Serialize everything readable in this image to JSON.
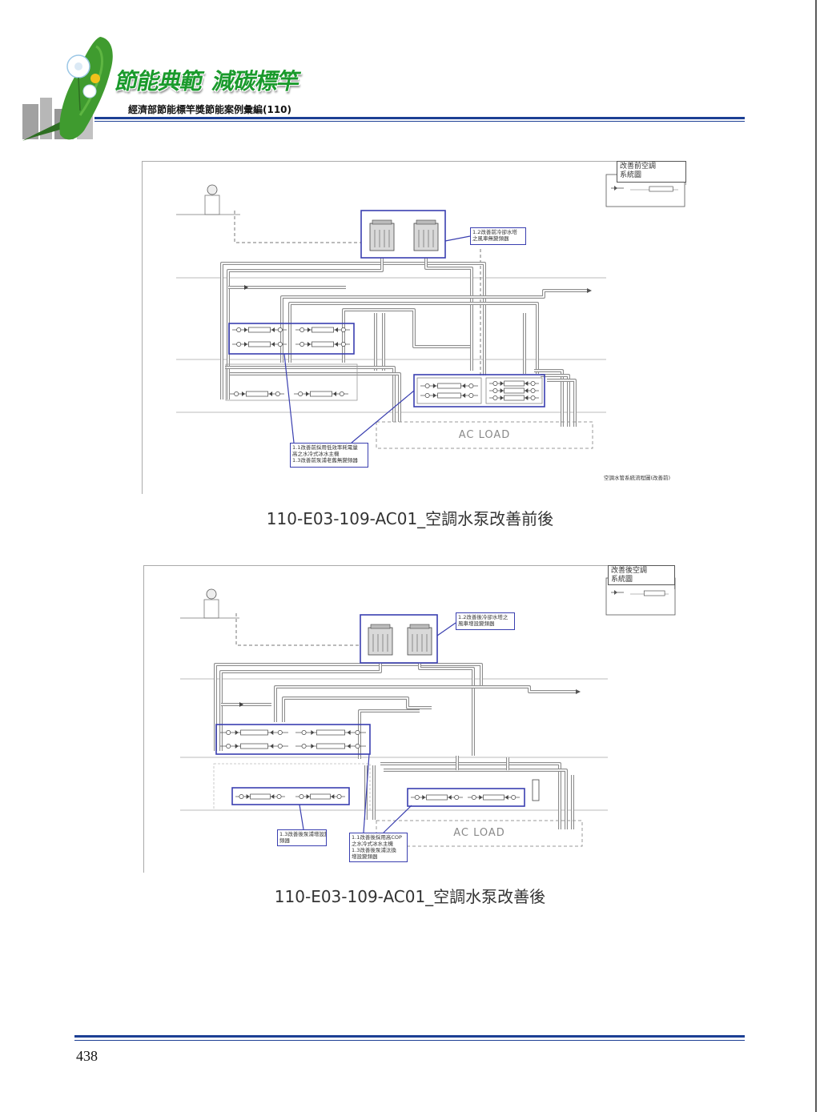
{
  "header": {
    "title_part1": "節能典範",
    "title_part2": "減碳標竿",
    "subtitle": "經濟部節能標竿獎節能案例彙編(110)"
  },
  "figures": [
    {
      "legend_title": [
        "改善前空調",
        "系統圖"
      ],
      "tower_callout": [
        "1.2改善前冷卻水塔",
        "之風車無變頻器"
      ],
      "chiller_callout": [
        "1.1改善前採用低效率耗電量",
        "高之水冷式冰水主機",
        "1.3改善前泵浦老舊無變頻器"
      ],
      "load_label": "AC LOAD",
      "drawing_title": "空調水管系統流程圖(改善前)",
      "caption": "110-E03-109-AC01_空調水泵改善前後"
    },
    {
      "legend_title": [
        "改善後空調",
        "系統圖"
      ],
      "tower_callout": [
        "1.2改善後冷卻水塔之",
        "風車增設變頻器"
      ],
      "pump_callout": [
        "1.3改善後泵浦增設變",
        "頻器"
      ],
      "chiller_callout": [
        "1.1改善後採用高COP",
        "之水冷式冰水主機",
        "1.3改善後泵浦汰換",
        "增設變頻器"
      ],
      "load_label": "AC LOAD",
      "caption": "110-E03-109-AC01_空調水泵改善後"
    }
  ],
  "footer": {
    "page_number": "438"
  },
  "colors": {
    "brand_green": "#1a9a2c",
    "rule_blue": "#1c3f94",
    "callout_blue": "#3a3fb0",
    "pipe_gray": "#8c8c8c"
  }
}
